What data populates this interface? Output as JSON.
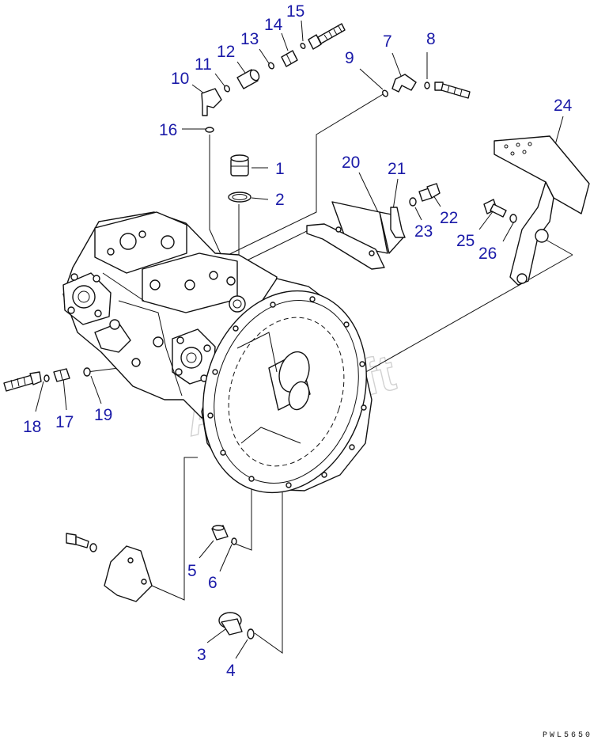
{
  "diagram": {
    "callouts": [
      {
        "id": "1",
        "text": "1"
      },
      {
        "id": "2",
        "text": "2"
      },
      {
        "id": "3",
        "text": "3"
      },
      {
        "id": "4",
        "text": "4"
      },
      {
        "id": "5",
        "text": "5"
      },
      {
        "id": "6",
        "text": "6"
      },
      {
        "id": "7",
        "text": "7"
      },
      {
        "id": "8",
        "text": "8"
      },
      {
        "id": "9",
        "text": "9"
      },
      {
        "id": "10",
        "text": "10"
      },
      {
        "id": "11",
        "text": "11"
      },
      {
        "id": "12",
        "text": "12"
      },
      {
        "id": "13",
        "text": "13"
      },
      {
        "id": "14",
        "text": "14"
      },
      {
        "id": "15",
        "text": "15"
      },
      {
        "id": "16",
        "text": "16"
      },
      {
        "id": "17",
        "text": "17"
      },
      {
        "id": "18",
        "text": "18"
      },
      {
        "id": "19",
        "text": "19"
      },
      {
        "id": "20",
        "text": "20"
      },
      {
        "id": "21",
        "text": "21"
      },
      {
        "id": "22",
        "text": "22"
      },
      {
        "id": "23",
        "text": "23"
      },
      {
        "id": "24",
        "text": "24"
      },
      {
        "id": "25",
        "text": "25"
      },
      {
        "id": "26",
        "text": "26"
      }
    ],
    "watermark": "AutoSoft",
    "drawing_code": "PWL5650",
    "colors": {
      "callout": "#1a1aa8",
      "line": "#111111",
      "watermark": "#9a9a9a"
    }
  }
}
